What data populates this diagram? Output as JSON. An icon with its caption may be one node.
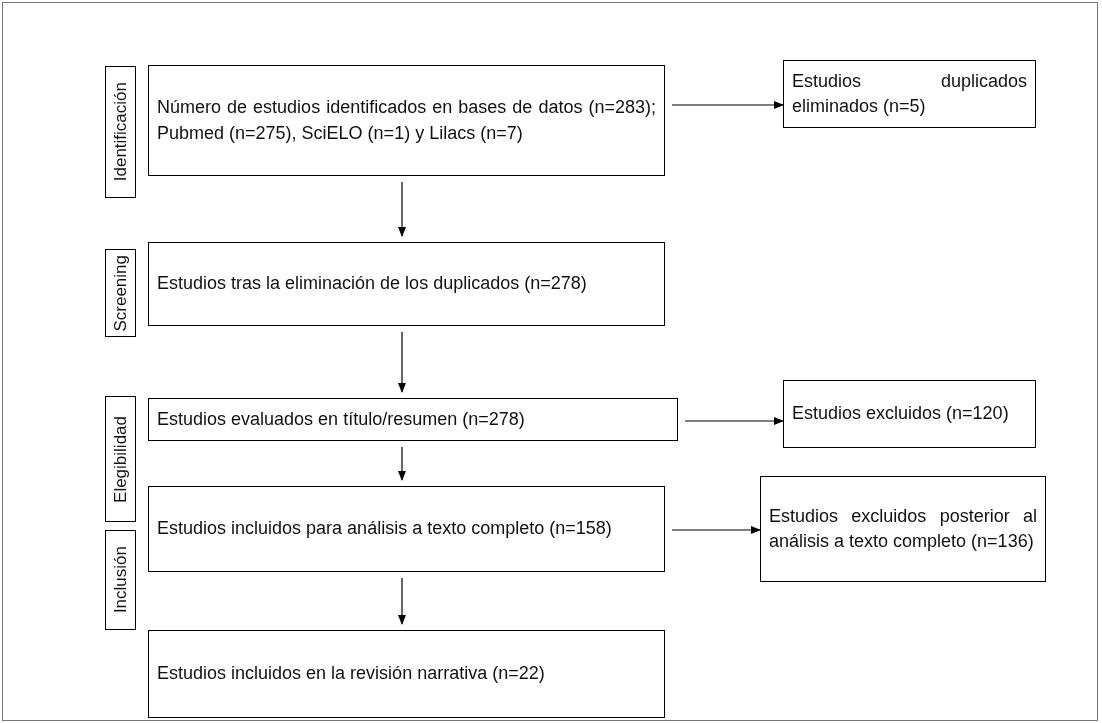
{
  "diagram": {
    "nodes": [
      {
        "text": [
          "Identificación"
        ]
      },
      {
        "text": [
          "Screening"
        ]
      },
      {
        "text": [
          "Elegibilidad"
        ]
      },
      {
        "text": [
          "Inclusión"
        ]
      },
      {
        "text": [
          "Número de estudios identificados en bases de datos (n=283); Pubmed (n=275), SciELO (n=1) y Lilacs (n=7)"
        ]
      },
      {
        "text": [
          "Estudios duplicados eliminados (n=5)"
        ]
      },
      {
        "text": [
          "Estudios tras la eliminación de los duplicados (n=278)"
        ]
      },
      {
        "text": [
          "Estudios evaluados en título/resumen (n=278)"
        ]
      },
      {
        "text": [
          "Estudios excluidos (n=120)"
        ]
      },
      {
        "text": [
          "Estudios incluidos para análisis a texto completo (n=158)"
        ]
      },
      {
        "text": [
          "Estudios excluidos posterior al análisis a texto completo (n=136)"
        ]
      },
      {
        "text": [
          "Estudios incluidos en la revisión narrativa (n=22)"
        ]
      }
    ],
    "edges": [
      {
        "from": 4,
        "to": 5,
        "arrow": "to"
      },
      {
        "from": 4,
        "to": 6,
        "arrow": "to"
      },
      {
        "from": 6,
        "to": 7,
        "arrow": "to"
      },
      {
        "from": 7,
        "to": 8,
        "arrow": "to"
      },
      {
        "from": 7,
        "to": 9,
        "arrow": "to"
      },
      {
        "from": 9,
        "to": 10,
        "arrow": "to"
      },
      {
        "from": 9,
        "to": 11,
        "arrow": "to"
      }
    ]
  }
}
